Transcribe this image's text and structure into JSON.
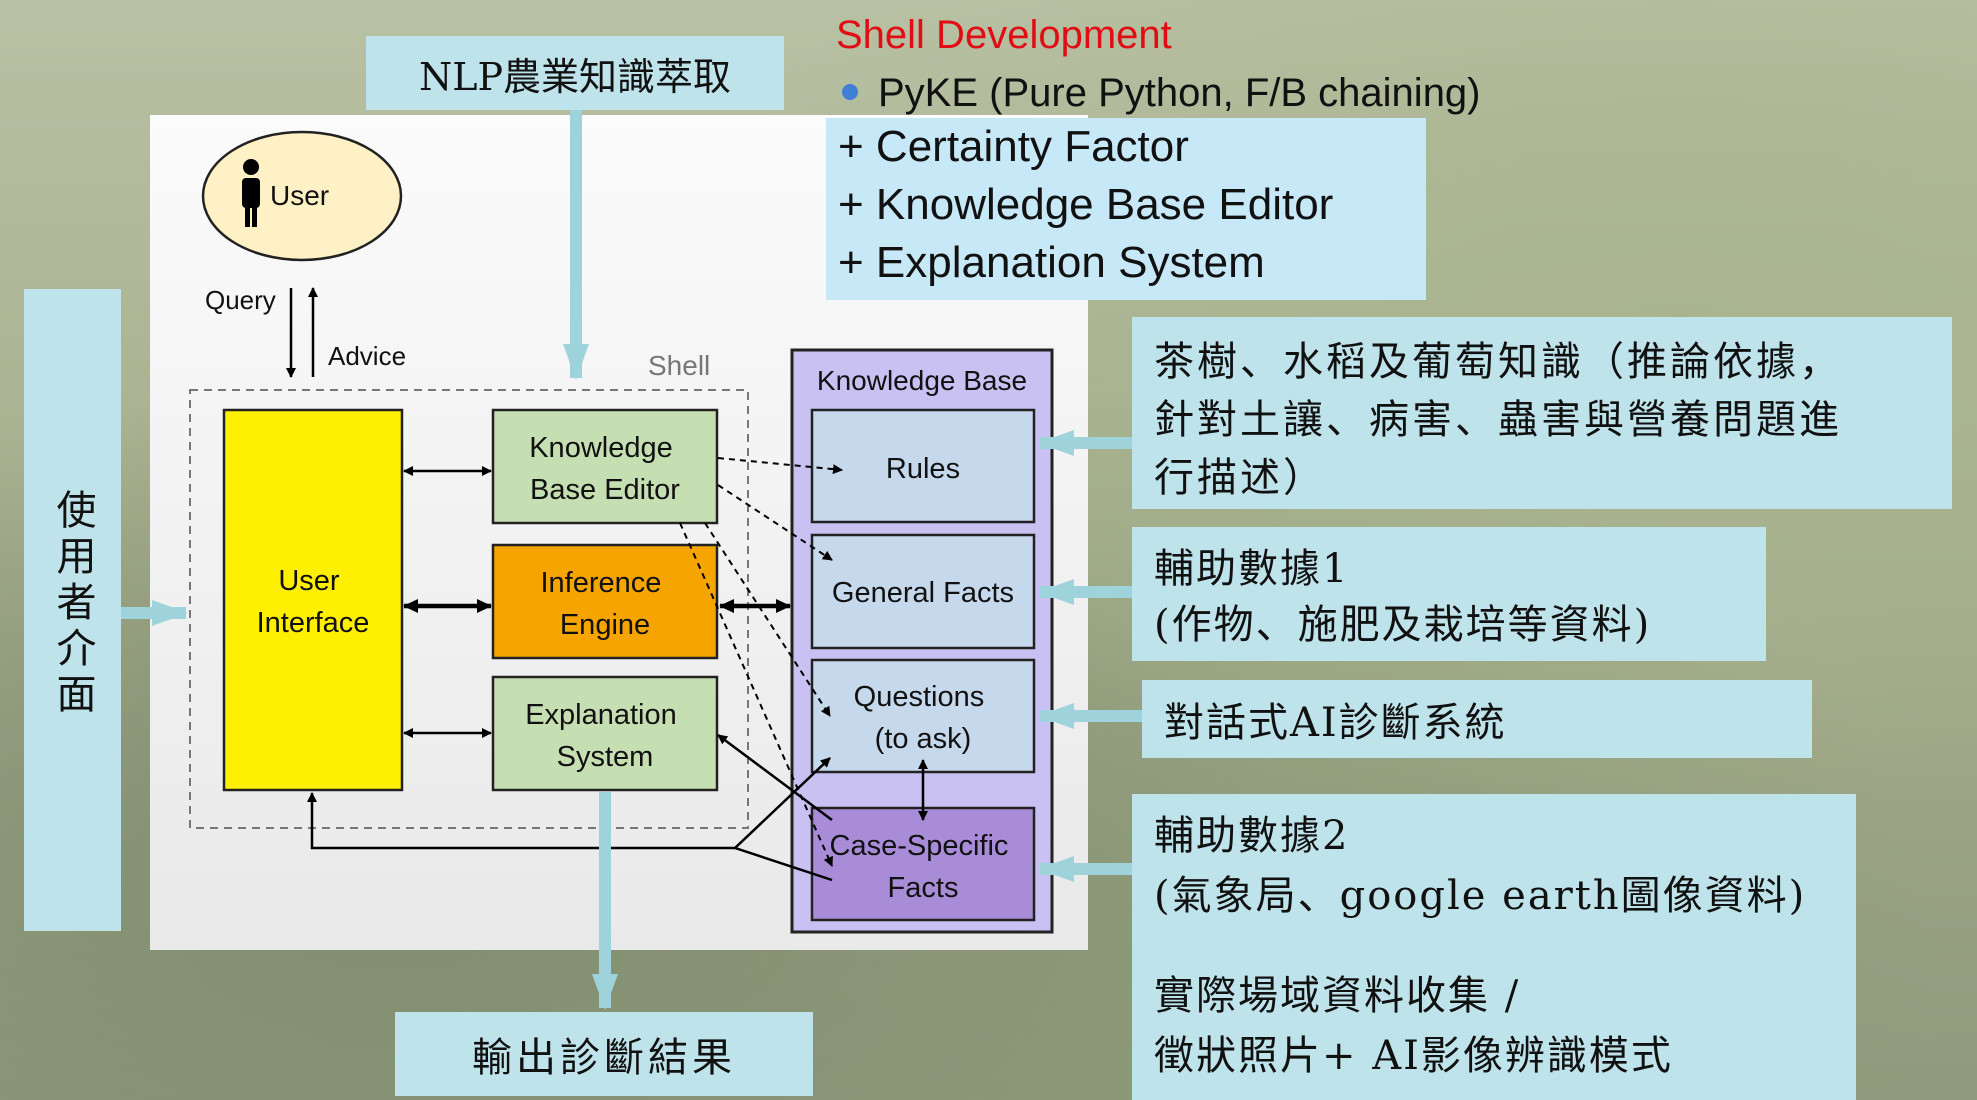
{
  "callouts": {
    "nlp": "NLP農業知識萃取",
    "output": "輸出診斷結果",
    "user_interface_vertical": "使用者介面",
    "kb_knowledge_lines": [
      "茶樹、水稻及葡萄知識（推論依據，",
      "針對土讓、病害、蟲害與營養問題進",
      "行描述）"
    ],
    "aux1_lines": [
      "輔助數據1",
      "(作物、施肥及栽培等資料)"
    ],
    "dialog": "對話式AI診斷系統",
    "aux2_lines": [
      "輔助數據2",
      "(氣象局、google earth圖像資料)",
      "實際場域資料收集 /",
      "徵狀照片+ AI影像辨識模式"
    ]
  },
  "shell_dev": {
    "title": "Shell Development",
    "bullet": "PyKE (Pure Python, F/B chaining)",
    "features": [
      "+ Certainty Factor",
      "+ Knowledge Base Editor",
      "+ Explanation System"
    ]
  },
  "diagram": {
    "user": "User",
    "query": "Query",
    "advice": "Advice",
    "shell": "Shell",
    "user_interface": [
      "User",
      "Interface"
    ],
    "kb_editor": [
      "Knowledge",
      "Base Editor"
    ],
    "inference_engine": [
      "Inference",
      "Engine"
    ],
    "explanation_system": [
      "Explanation",
      "System"
    ],
    "knowledge_base": "Knowledge Base",
    "rules": "Rules",
    "general_facts": "General Facts",
    "questions": [
      "Questions",
      "(to ask)"
    ],
    "case_facts": [
      "Case-Specific",
      "Facts"
    ]
  },
  "colors": {
    "callout_bg": "#bfe3ea",
    "ui_yellow": "#ffef00",
    "inference_orange": "#f5a400",
    "editor_green": "#c6dfb2",
    "kb_purple": "#c9c1f1",
    "shell_title_red": "#e10d14"
  }
}
